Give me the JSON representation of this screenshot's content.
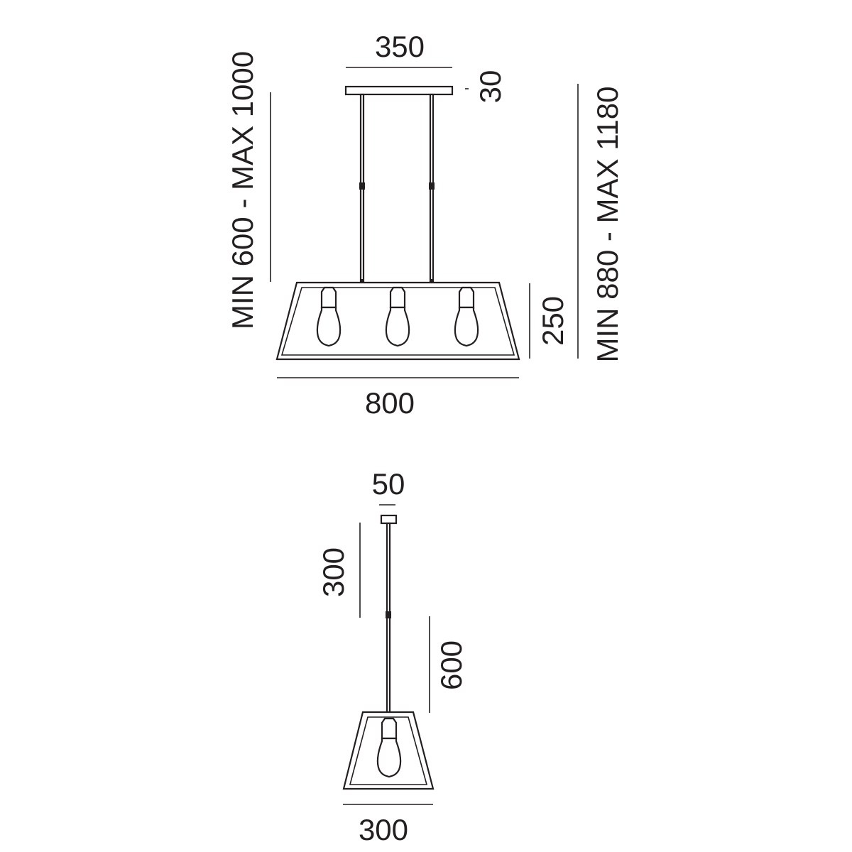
{
  "title": "Pendant lamp dimension drawing",
  "units": "mm",
  "line_color": "#231f20",
  "top_view": {
    "canopy_width": "350",
    "canopy_height": "30",
    "cable_length": "MIN 600 - MAX 1000",
    "shade_height": "250",
    "total_height": "MIN 880 - MAX 1180",
    "shade_width": "800",
    "bulb_count": 3
  },
  "bottom_view": {
    "canopy_width": "50",
    "rod_length": "300",
    "lower_length": "600",
    "shade_width": "300",
    "bulb_count": 1
  }
}
